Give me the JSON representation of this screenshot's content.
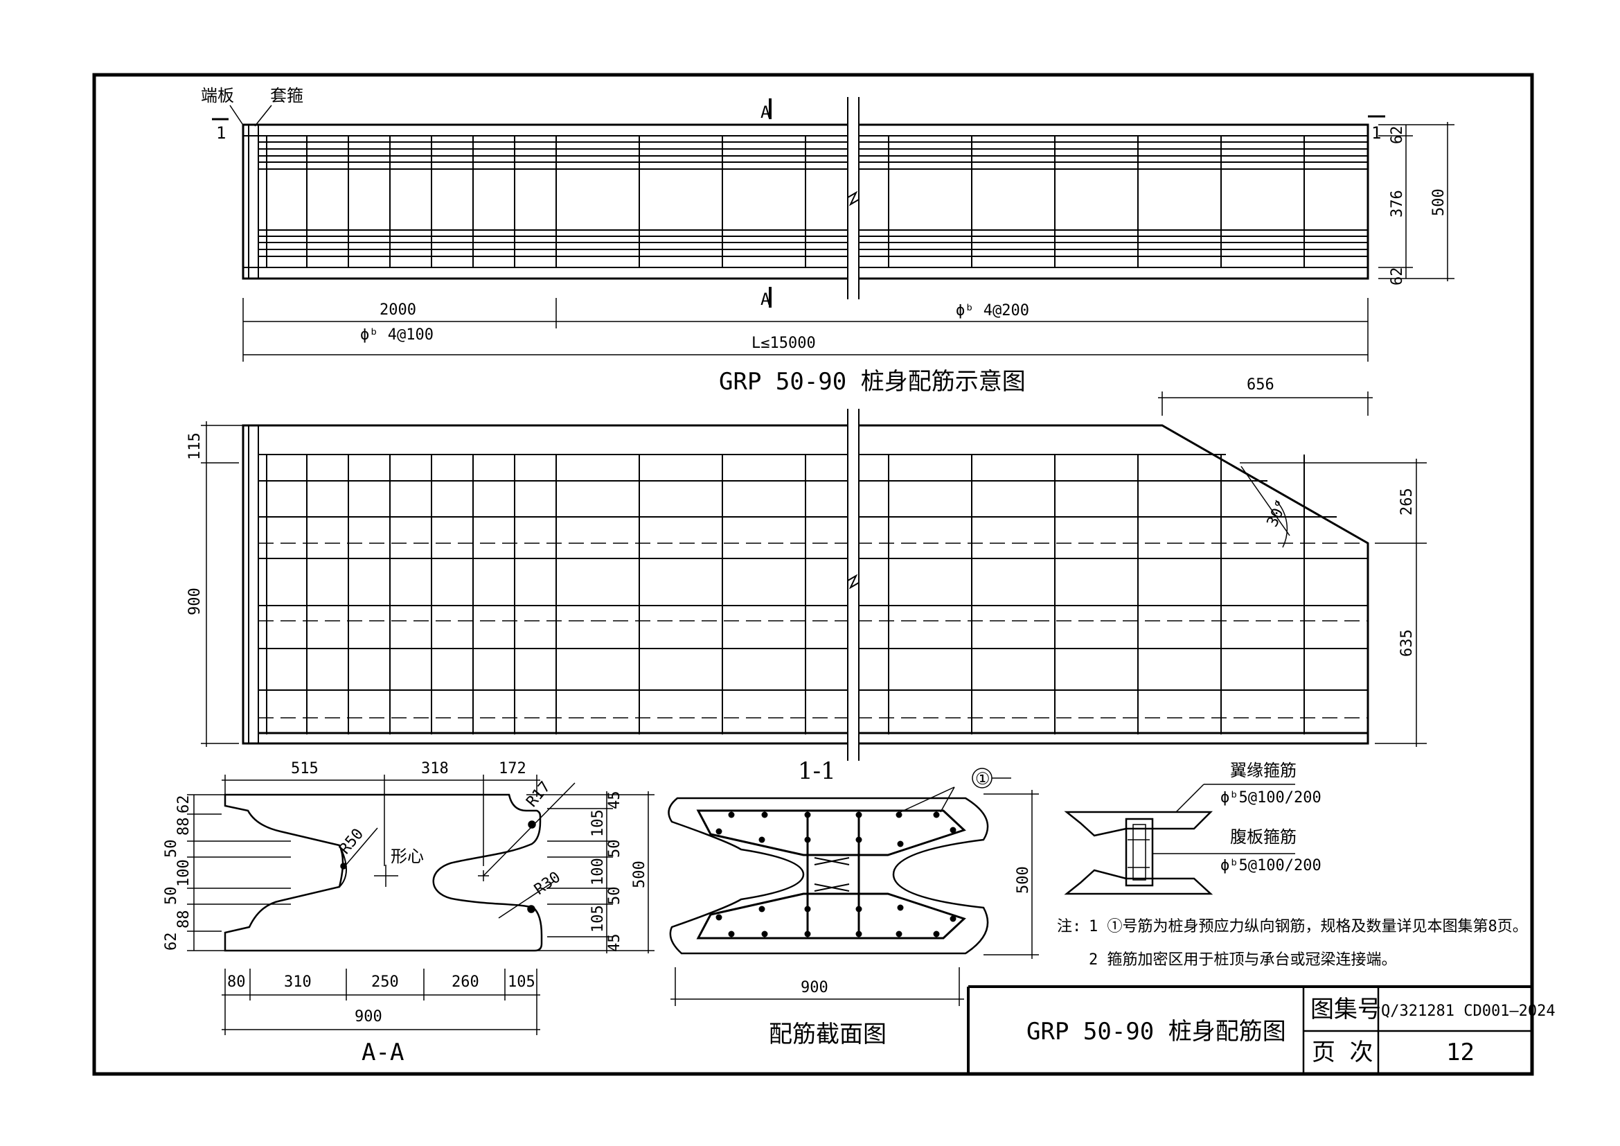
{
  "labels": {
    "end_plate": "端板",
    "hoop": "套箍",
    "section_mark_left": "1",
    "section_mark_right": "1",
    "a_mark_top": "A",
    "a_mark_bottom": "A",
    "centroid": "形心",
    "circled_one": "①",
    "flange_stirrup": "翼缘箍筋",
    "web_stirrup": "腹板箍筋",
    "flange_stirrup_spec": "ϕᵇ5@100/200",
    "web_stirrup_spec": "ϕᵇ5@100/200"
  },
  "titles": {
    "elevation": "GRP 50-90 桩身配筋示意图",
    "section_1_1": "1-1",
    "section_a_a": "A-A",
    "reinforcement_section": "配筋截面图"
  },
  "dimensions": {
    "elev_dense": "2000",
    "elev_dense_spacing": "ϕᵇ 4@100",
    "elev_normal_spacing": "ϕᵇ 4@200",
    "elev_length": "L≤15000",
    "elev_right_top": "62",
    "elev_right_mid": "376",
    "elev_right_bottom": "62",
    "elev_right_total": "500",
    "s11_top_run": "656",
    "s11_left_top": "115",
    "s11_left_total": "900",
    "s11_right_upper": "265",
    "s11_right_lower": "635",
    "s11_angle": "30°",
    "aa_top_1": "515",
    "aa_top_2": "318",
    "aa_top_3": "172",
    "aa_r17": "R17",
    "aa_r50": "R50",
    "aa_r30": "R30",
    "aa_left": [
      "62",
      "88",
      "50",
      "100",
      "50",
      "88",
      "62"
    ],
    "aa_right": [
      "45",
      "105",
      "50",
      "100",
      "50",
      "105",
      "45"
    ],
    "aa_height": "500",
    "aa_bottom": [
      "80",
      "310",
      "250",
      "260",
      "105"
    ],
    "aa_bottom_total": "900",
    "rs_height": "500",
    "rs_width": "900"
  },
  "notes": {
    "prefix": "注:",
    "note1": "1 ①号筋为桩身预应力纵向钢筋，规格及数量详见本图集第8页。",
    "note2": "2 箍筋加密区用于桩顶与承台或冠梁连接端。"
  },
  "title_block": {
    "drawing_title": "GRP 50-90 桩身配筋图",
    "atlas_label": "图集号",
    "atlas_value": "Q/321281 CD001—2024",
    "page_label": "页  次",
    "page_value": "12"
  }
}
